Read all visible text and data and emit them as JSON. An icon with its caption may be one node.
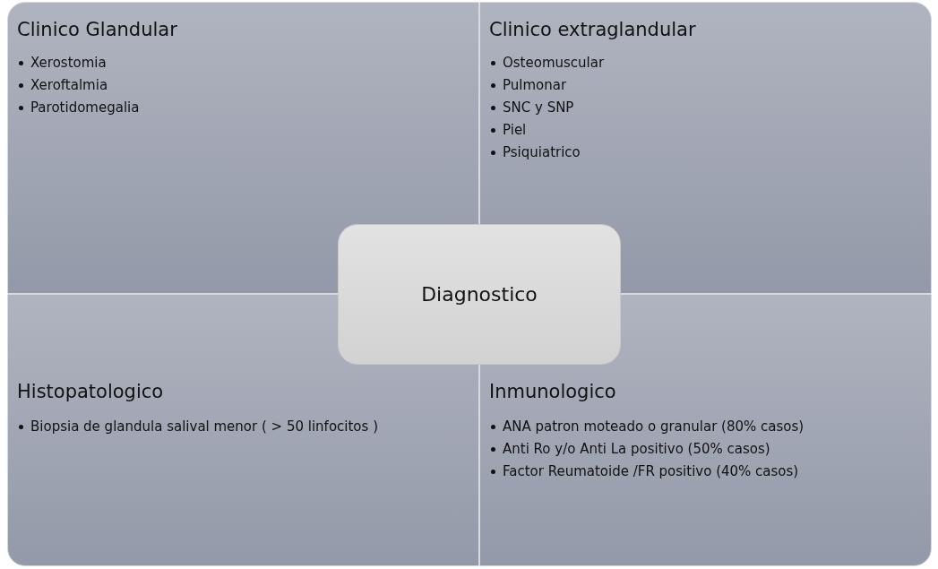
{
  "diagram": {
    "nodes": [
      {
        "text": [
          "Clinico Glandular",
          "Xerostomia",
          "Xeroftalmia",
          "Parotidomegalia"
        ]
      },
      {
        "text": [
          "Clinico extraglandular",
          "Osteomuscular",
          "Pulmonar",
          "SNC y SNP",
          "Piel",
          "Psiquiatrico"
        ]
      },
      {
        "text": [
          "Histopatologico",
          "Biopsia de glandula salival menor ( > 50 linfocitos )"
        ]
      },
      {
        "text": [
          "Inmunologico",
          "ANA patron moteado o granular (80% casos)",
          "Anti Ro y/o Anti La positivo (50% casos)",
          "Factor Reumatoide /FR positivo (40% casos)"
        ]
      },
      {
        "text": [
          "Diagnostico"
        ]
      }
    ],
    "edges": []
  }
}
